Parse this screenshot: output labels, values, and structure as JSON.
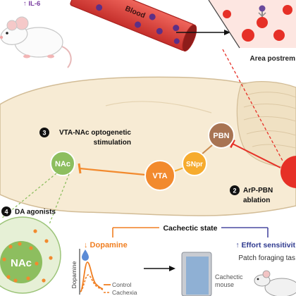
{
  "figure": {
    "il6_label": "↑ IL-6",
    "blood_label": "Blood",
    "area_label": "Area postrem",
    "step3": {
      "number": "3",
      "line1": "VTA-NAc optogenetic",
      "line2": "stimulation"
    },
    "regions": {
      "nac": "NAc",
      "vta": "VTA",
      "snpr": "SNpr",
      "pbn": "PBN"
    },
    "step2": {
      "number": "2",
      "line1": "ArP-PBN",
      "line2": "ablation"
    },
    "step4": {
      "number": "4",
      "label": "DA agonists"
    },
    "nac_zoom": "NAc",
    "bracket_label": "Cachectic state",
    "dopamine_label": "↓ Dopamine",
    "effort_label": "↑ Effort sensitivit",
    "task_label": "Patch foraging tas",
    "plot": {
      "ylabel": "Dopamine",
      "legend": [
        "Control",
        "Cachexia"
      ]
    },
    "mouse_label": {
      "line1": "Cachectic",
      "line2": "mouse"
    }
  },
  "colors": {
    "il6": "#7a3da0",
    "blood": "#d8362f",
    "nac": "#8dbe5f",
    "vta": "#f28a2e",
    "snpr": "#f6ab2e",
    "pbn": "#a87453",
    "ablation": "#e63027",
    "dopamine": "#f07f22",
    "effort": "#2f3a8f",
    "brain": "#f7ebd4"
  },
  "icons": {
    "top_left": "mouse-icon",
    "vessel": "blood-vessel-icon",
    "receptor": "receptor-icon",
    "drop": "drop-icon",
    "device": "monitor-icon",
    "bottom_right": "mouse-icon"
  }
}
